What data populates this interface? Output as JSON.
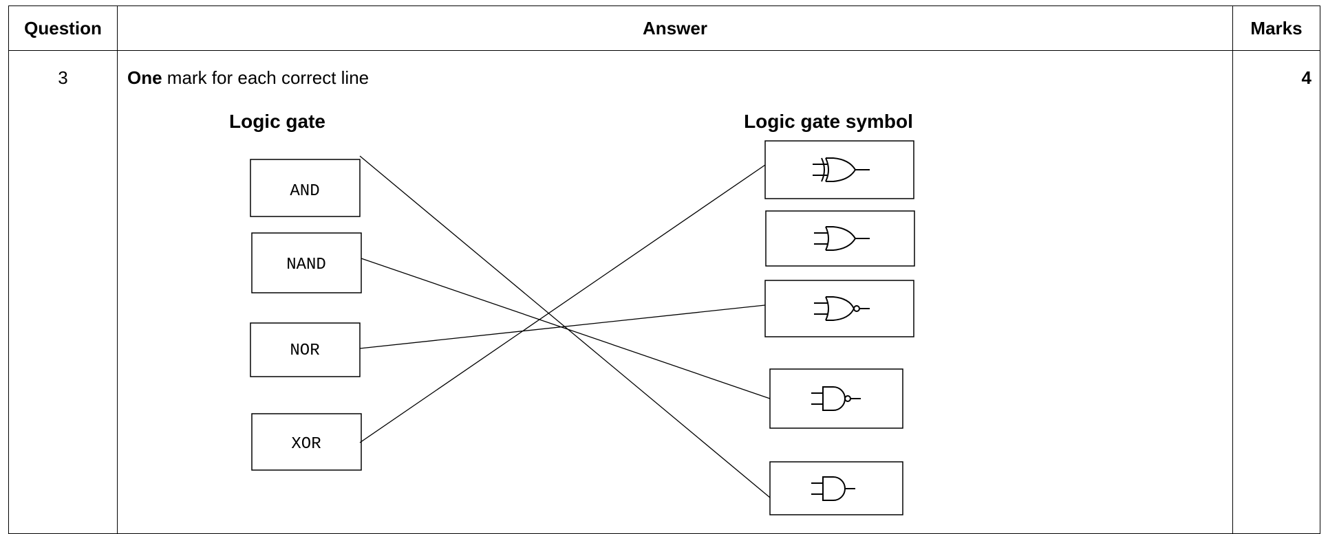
{
  "table": {
    "headers": {
      "question": "Question",
      "answer": "Answer",
      "marks": "Marks"
    },
    "row": {
      "question_number": "3",
      "marks": "4",
      "instruction_bold": "One",
      "instruction_rest": " mark for each correct line"
    }
  },
  "diagram": {
    "left_heading": "Logic gate",
    "right_heading": "Logic gate symbol",
    "gates": [
      {
        "label": "AND",
        "matches_symbol": "and-gate-symbol"
      },
      {
        "label": "NAND",
        "matches_symbol": "nand-gate-symbol"
      },
      {
        "label": "NOR",
        "matches_symbol": "nor-gate-symbol"
      },
      {
        "label": "XOR",
        "matches_symbol": "xor-gate-symbol"
      }
    ],
    "symbols_top_to_bottom": [
      "xor-gate-symbol",
      "or-gate-symbol",
      "nor-gate-symbol",
      "nand-gate-symbol",
      "and-gate-symbol"
    ]
  }
}
